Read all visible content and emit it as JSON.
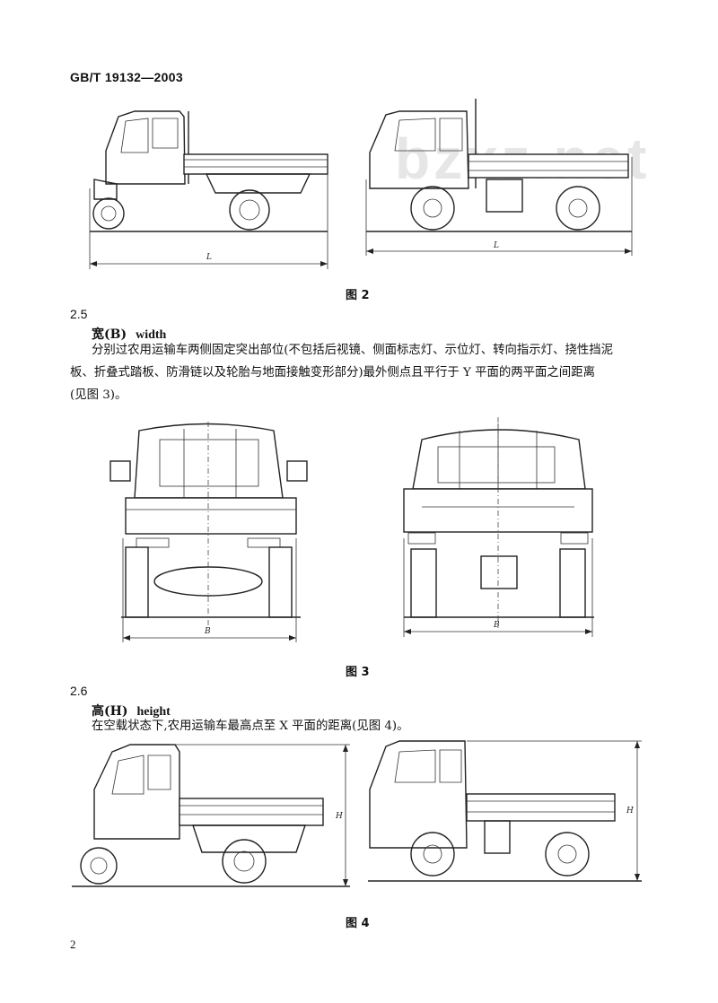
{
  "header": {
    "standard_no": "GB/T 19132—2003"
  },
  "watermark": "bzxz.net",
  "figures": [
    {
      "caption": "图 2",
      "dim_label": "L"
    },
    {
      "caption": "图 3",
      "dim_label": "B"
    },
    {
      "caption": "图 4",
      "dim_label": "H"
    }
  ],
  "sections": [
    {
      "number": "2.5",
      "term_cn": "宽(B)",
      "term_en": "width",
      "text": [
        "分别过农用运输车两侧固定突出部位(不包括后视镜、侧面标志灯、示位灯、转向指示灯、挠性挡泥",
        "板、折叠式踏板、防滑链以及轮胎与地面接触变形部分)最外侧点且平行于 Y 平面的两平面之间距离",
        "(见图 3)。"
      ]
    },
    {
      "number": "2.6",
      "term_cn": "高(H)",
      "term_en": "height",
      "text": [
        "在空载状态下,农用运输车最高点至 X 平面的距离(见图 4)。"
      ]
    }
  ],
  "footer": {
    "page_number": "2"
  }
}
